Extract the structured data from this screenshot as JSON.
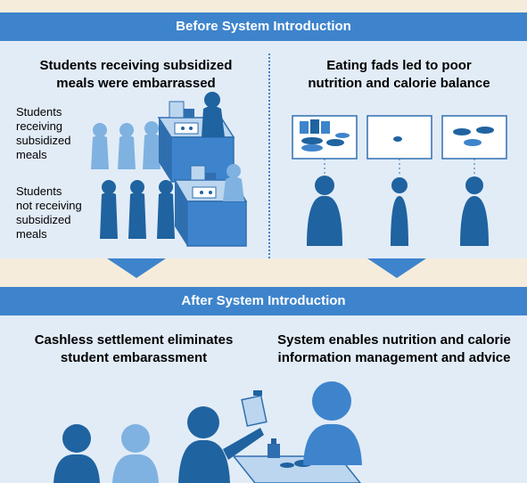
{
  "before": {
    "banner": "Before System Introduction",
    "left_heading_1": "Students receiving subsidized",
    "left_heading_2": "meals were embarrassed",
    "right_heading_1": "Eating fads led to poor",
    "right_heading_2": "nutrition and calorie balance",
    "label_receiving": [
      "Students",
      "receiving",
      "subsidized",
      "meals"
    ],
    "label_not_receiving": [
      "Students",
      "not receiving",
      "subsidized",
      "meals"
    ]
  },
  "after": {
    "banner": "After System Introduction",
    "left_heading_1": "Cashless settlement eliminates",
    "left_heading_2": "student embarassment",
    "right_heading_1": "System enables nutrition and calorie",
    "right_heading_2": "information management and advice"
  },
  "colors": {
    "banner": "#3e84cc",
    "panel": "#e2ecf7",
    "background": "#f6ecdc",
    "light_figure": "#7fb2e0",
    "dark_figure": "#1f63a0"
  }
}
